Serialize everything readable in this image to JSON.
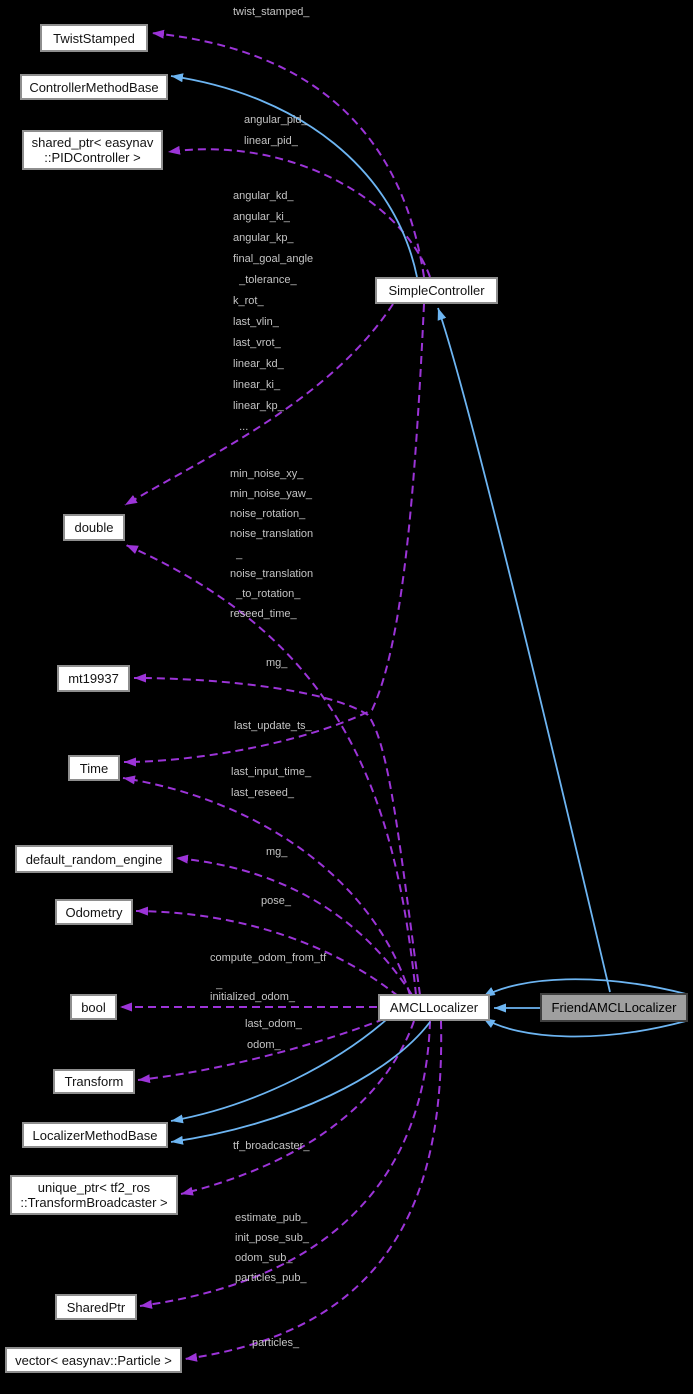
{
  "diagram": {
    "type": "doxygen-collaboration-graph",
    "background": "#000000",
    "colors": {
      "usage_edge": "#9c34d8",
      "inheritance_edge": "#6db5f2",
      "node_fill": "#ffffff",
      "node_border": "#8e8e8e",
      "node_text": "#131313",
      "focus_node_fill": "#9f9f9f",
      "focus_node_border": "#3f3f3f",
      "edge_label_text": "#c4c4c4"
    },
    "nodes": [
      {
        "id": "TwistStamped",
        "label": "TwistStamped"
      },
      {
        "id": "ControllerMethodBase",
        "label": "ControllerMethodBase"
      },
      {
        "id": "shared_ptr_PIDController",
        "label": "shared_ptr< easynav\n::PIDController >"
      },
      {
        "id": "SimpleController",
        "label": "SimpleController"
      },
      {
        "id": "double",
        "label": "double"
      },
      {
        "id": "mt19937",
        "label": "mt19937"
      },
      {
        "id": "Time",
        "label": "Time"
      },
      {
        "id": "default_random_engine",
        "label": "default_random_engine"
      },
      {
        "id": "Odometry",
        "label": "Odometry"
      },
      {
        "id": "bool",
        "label": "bool"
      },
      {
        "id": "AMCLLocalizer",
        "label": "AMCLLocalizer"
      },
      {
        "id": "FriendAMCLLocalizer",
        "label": "FriendAMCLLocalizer",
        "focus": true
      },
      {
        "id": "Transform",
        "label": "Transform"
      },
      {
        "id": "LocalizerMethodBase",
        "label": "LocalizerMethodBase"
      },
      {
        "id": "unique_ptr_TransformBroadcaster",
        "label": "unique_ptr< tf2_ros\n::TransformBroadcaster >"
      },
      {
        "id": "SharedPtr",
        "label": "SharedPtr"
      },
      {
        "id": "vector_Particle",
        "label": "vector< easynav::Particle >"
      }
    ],
    "edge_labels": {
      "twist_stamped": "twist_stamped_",
      "pid": "angular_pid_\nlinear_pid_",
      "sc_gains": "angular_kd_\nangular_ki_\nangular_kp_\nfinal_goal_angle\n  _tolerance_\nk_rot_\nlast_vlin_\nlast_vrot_\nlinear_kd_\nlinear_ki_\nlinear_kp_\n  ...",
      "amcl_noise": "min_noise_xy_\nmin_noise_yaw_\nnoise_rotation_\nnoise_translation\n  _\nnoise_translation\n  _to_rotation_\nreseed_time_",
      "mg1": "mg_",
      "last_update_ts": "last_update_ts_",
      "time_inputs": "last_input_time_\nlast_reseed_",
      "mg2": "mg_",
      "pose": "pose_",
      "compute_odom": "compute_odom_from_tf\n  _",
      "initialized_odom": "initialized_odom_",
      "last_odom": "last_odom_",
      "odom": "odom_",
      "tf_broadcaster": "tf_broadcaster_",
      "pubs": "estimate_pub_\ninit_pose_sub_\nodom_sub_\nparticles_pub_",
      "particles": "particles_"
    },
    "edges": [
      {
        "from": "SimpleController",
        "to": "TwistStamped",
        "type": "usage",
        "labels": [
          "twist_stamped_"
        ]
      },
      {
        "from": "SimpleController",
        "to": "shared_ptr_PIDController",
        "type": "usage",
        "labels": [
          "angular_pid_",
          "linear_pid_"
        ]
      },
      {
        "from": "SimpleController",
        "to": "double",
        "type": "usage",
        "labels": [
          "angular_kd_",
          "angular_ki_",
          "angular_kp_",
          "final_goal_angle_tolerance_",
          "k_rot_",
          "last_vlin_",
          "last_vrot_",
          "linear_kd_",
          "linear_ki_",
          "linear_kp_",
          "..."
        ]
      },
      {
        "from": "SimpleController",
        "to": "Time",
        "type": "usage",
        "labels": [
          "last_update_ts_"
        ]
      },
      {
        "from": "SimpleController",
        "to": "ControllerMethodBase",
        "type": "inheritance"
      },
      {
        "from": "AMCLLocalizer",
        "to": "mt19937",
        "type": "usage",
        "labels": [
          "mg_"
        ]
      },
      {
        "from": "AMCLLocalizer",
        "to": "Time",
        "type": "usage",
        "labels": [
          "last_input_time_",
          "last_reseed_"
        ]
      },
      {
        "from": "AMCLLocalizer",
        "to": "double",
        "type": "usage",
        "labels": [
          "min_noise_xy_",
          "min_noise_yaw_",
          "noise_rotation_",
          "noise_translation_",
          "noise_translation_to_rotation_",
          "reseed_time_"
        ]
      },
      {
        "from": "AMCLLocalizer",
        "to": "default_random_engine",
        "type": "usage",
        "labels": [
          "mg_"
        ]
      },
      {
        "from": "AMCLLocalizer",
        "to": "Odometry",
        "type": "usage",
        "labels": [
          "pose_"
        ]
      },
      {
        "from": "AMCLLocalizer",
        "to": "bool",
        "type": "usage",
        "labels": [
          "compute_odom_from_tf_",
          "initialized_odom_"
        ]
      },
      {
        "from": "AMCLLocalizer",
        "to": "Transform",
        "type": "usage",
        "labels": [
          "last_odom_",
          "odom_"
        ]
      },
      {
        "from": "AMCLLocalizer",
        "to": "LocalizerMethodBase",
        "type": "inheritance"
      },
      {
        "from": "FriendAMCLLocalizer",
        "to": "LocalizerMethodBase",
        "type": "inheritance"
      },
      {
        "from": "AMCLLocalizer",
        "to": "unique_ptr_TransformBroadcaster",
        "type": "usage",
        "labels": [
          "tf_broadcaster_"
        ]
      },
      {
        "from": "AMCLLocalizer",
        "to": "SharedPtr",
        "type": "usage",
        "labels": [
          "estimate_pub_",
          "init_pose_sub_",
          "odom_sub_",
          "particles_pub_"
        ]
      },
      {
        "from": "AMCLLocalizer",
        "to": "vector_Particle",
        "type": "usage",
        "labels": [
          "particles_"
        ]
      },
      {
        "from": "FriendAMCLLocalizer",
        "to": "AMCLLocalizer",
        "type": "inheritance"
      },
      {
        "from": "FriendAMCLLocalizer",
        "to": "SimpleController",
        "type": "inheritance"
      }
    ]
  }
}
